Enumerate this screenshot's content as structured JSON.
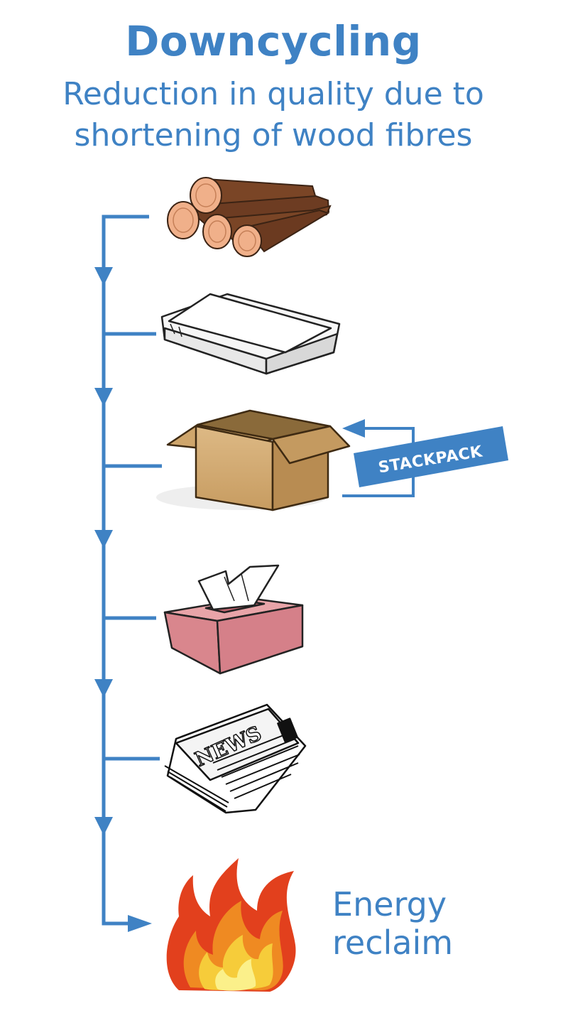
{
  "header": {
    "title": "Downcycling",
    "subtitle_line1": "Reduction in quality due to",
    "subtitle_line2": "shortening of wood fibres"
  },
  "stages": [
    {
      "icon": "logs-icon"
    },
    {
      "icon": "paper-stack-icon"
    },
    {
      "icon": "cardboard-box-icon"
    },
    {
      "icon": "tissue-box-icon"
    },
    {
      "icon": "newspaper-icon",
      "label": "NEWS"
    },
    {
      "icon": "fire-icon"
    }
  ],
  "badge": {
    "label": "STACKPACK"
  },
  "energy": {
    "line1": "Energy",
    "line2": "reclaim"
  },
  "colors": {
    "accent": "#3f82c4",
    "badge": "#3f82c4"
  }
}
